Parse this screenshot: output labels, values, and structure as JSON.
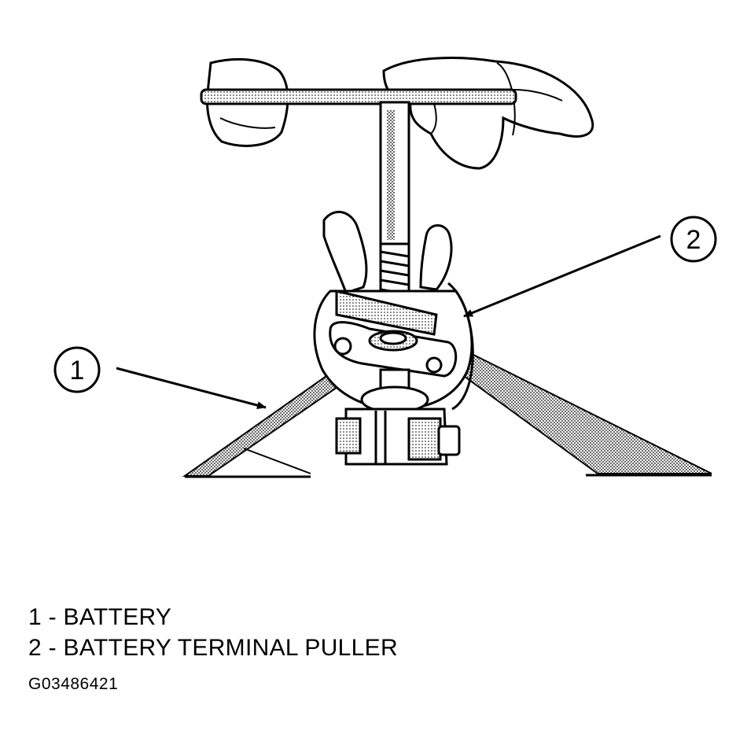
{
  "callouts": [
    {
      "number": "1",
      "points_to": "battery"
    },
    {
      "number": "2",
      "points_to": "battery-terminal-puller"
    }
  ],
  "legend": [
    "1 - BATTERY",
    "2 - BATTERY TERMINAL PULLER"
  ],
  "figure_id": "G03486421"
}
